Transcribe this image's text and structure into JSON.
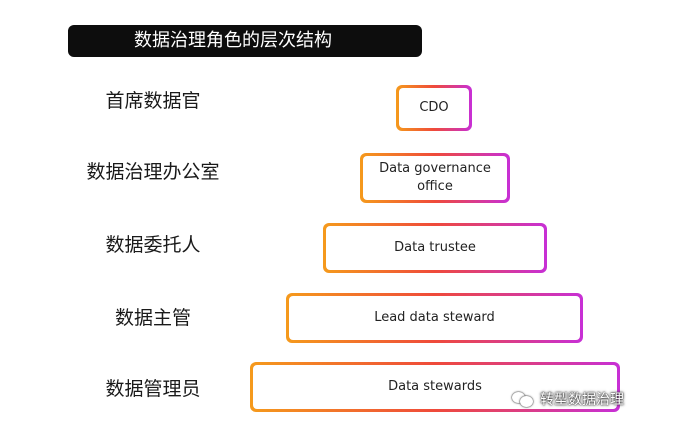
{
  "title": "数据治理角色的层次结构",
  "levels": [
    {
      "label": "首席数据官",
      "box": "CDO"
    },
    {
      "label": "数据治理办公室",
      "box": "Data governance office"
    },
    {
      "label": "数据委托人",
      "box": "Data trustee"
    },
    {
      "label": "数据主管",
      "box": "Lead data steward"
    },
    {
      "label": "数据管理员",
      "box": "Data stewards"
    }
  ],
  "colors": {
    "gradient_start": "#f59a1c",
    "gradient_mid": "#ef4a3a",
    "gradient_end": "#c72fd6",
    "title_bg": "#0d0d0d"
  },
  "watermark": {
    "icon": "wechat-icon",
    "text": "转型数据治理"
  }
}
